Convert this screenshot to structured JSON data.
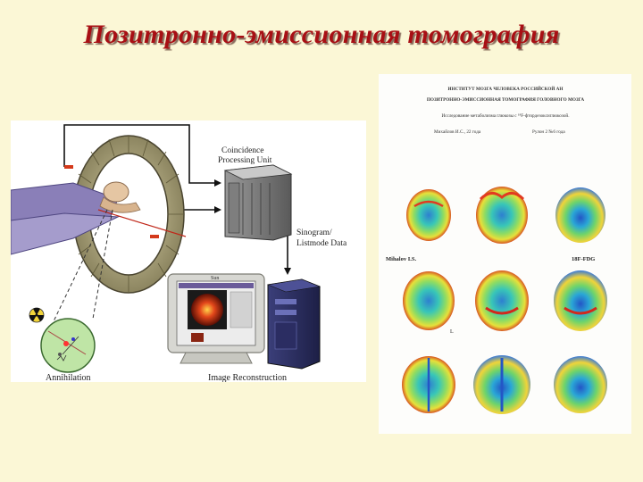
{
  "title": "Позитронно-эмиссионная томография",
  "diagram": {
    "coincidence_line1": "Coincidence",
    "coincidence_line2": "Processing Unit",
    "sinogram_line1": "Sinogram/",
    "sinogram_line2": "Listmode Data",
    "annihilation": "Annihilation",
    "image_reconstruction": "Image Reconstruction",
    "monitor_brand": "Sun"
  },
  "document": {
    "header_line1": "ИНСТИТУТ МОЗГА ЧЕЛОВЕКА РОССИЙСКОЙ АН",
    "header_line2": "ПОЗИТРОННО-ЭМИССИОННАЯ ТОМОГРАФИЯ ГОЛОВНОГО МОЗГА",
    "study_line": "Исследование метаболизма глюкозы с ¹⁸F-фтордезоксиглюкозой.",
    "patient_line": "Михайлов И.С., 22 года",
    "date_line": "Рулон 2 №6 года",
    "left_label": "Mihalov I.S.",
    "right_label": "18F-FDG",
    "side_label": "L"
  }
}
